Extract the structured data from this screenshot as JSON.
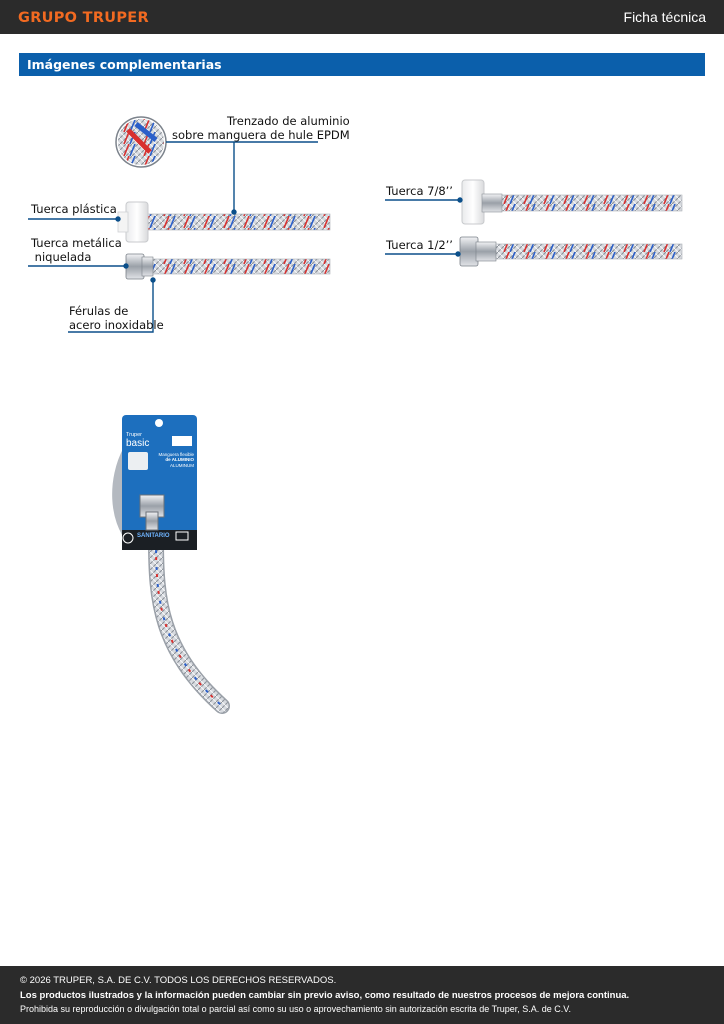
{
  "header": {
    "brand": "GRUPO TRUPER",
    "doc_type": "Ficha técnica"
  },
  "section": {
    "title": "Imágenes complementarias"
  },
  "diagram_left": {
    "callouts": {
      "braid": [
        "Trenzado de aluminio",
        "sobre manguera de hule EPDM"
      ],
      "plastic_nut": [
        "Tuerca plástica"
      ],
      "metal_nut": [
        "Tuerca metálica",
        " niquelada"
      ],
      "ferrules": [
        "Férulas de",
        "acero inoxidable"
      ]
    }
  },
  "diagram_right": {
    "callouts": {
      "nut_7_8": "Tuerca 7/8’’",
      "nut_1_2": "Tuerca 1/2’’"
    }
  },
  "package": {
    "brand_small": "Truper",
    "line": "basic",
    "title_lines": [
      "Manguera flexible",
      "de ALUMINIO"
    ],
    "subtitle": "ALUMINUM",
    "use": "SANITARIO"
  },
  "colors": {
    "accent_orange": "#f26a21",
    "section_blue": "#0b5fab",
    "dark_bar": "#2b2b2b",
    "callout_line": "#0b4f8a"
  },
  "footer": {
    "copyright": "© 2026 TRUPER, S.A. DE C.V. TODOS LOS DERECHOS RESERVADOS.",
    "notice": "Los productos ilustrados y la información pueden cambiar sin previo aviso, como resultado de nuestros procesos de mejora continua.",
    "legal": "Prohibida su reproducción o divulgación total o parcial así como su uso o aprovechamiento sin autorización escrita de Truper, S.A. de C.V."
  }
}
